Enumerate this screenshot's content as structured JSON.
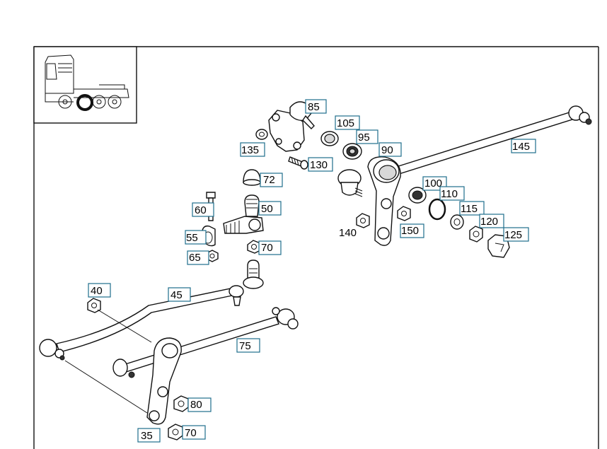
{
  "callouts": {
    "c85": "85",
    "c105": "105",
    "c95": "95",
    "c90": "90",
    "c145": "145",
    "c135": "135",
    "c130": "130",
    "c72": "72",
    "c60": "60",
    "c50": "50",
    "c100": "100",
    "c110": "110",
    "c115": "115",
    "c120": "120",
    "c125": "125",
    "c55": "55",
    "c65": "65",
    "c70a": "70",
    "c140": "140",
    "c150": "150",
    "c40": "40",
    "c45": "45",
    "c75": "75",
    "c80": "80",
    "c35": "35",
    "c70b": "70"
  },
  "colors": {
    "callout_border": "#1f6e8c",
    "line": "#111111",
    "highlight": "#111111"
  }
}
